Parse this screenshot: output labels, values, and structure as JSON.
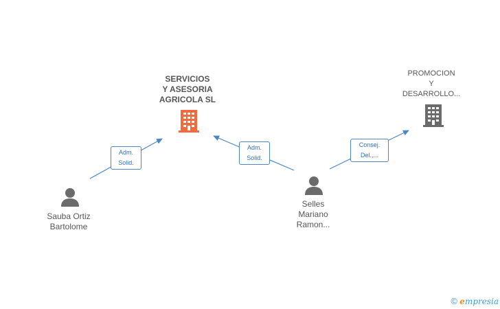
{
  "companies": [
    {
      "lines": [
        "SERVICIOS",
        "Y ASESORIA",
        "AGRICOLA SL"
      ],
      "icon": "building-icon",
      "color": "#f26a3d",
      "highlighted": true
    },
    {
      "lines": [
        "PROMOCION",
        "Y",
        "DESARROLLO..."
      ],
      "icon": "building-icon",
      "color": "#6b6b6b",
      "highlighted": false
    }
  ],
  "persons": [
    {
      "lines": [
        "Sauba Ortiz",
        "Bartolome"
      ],
      "icon": "person-icon",
      "color": "#6b6b6b"
    },
    {
      "lines": [
        "Selles",
        "Mariano",
        "Ramon..."
      ],
      "icon": "person-icon",
      "color": "#6b6b6b"
    }
  ],
  "edges": [
    {
      "from": "Sauba Ortiz Bartolome",
      "to": "SERVICIOS Y ASESORIA AGRICOLA SL",
      "label": [
        "Adm.",
        "Solid."
      ]
    },
    {
      "from": "Selles Mariano Ramon...",
      "to": "SERVICIOS Y ASESORIA AGRICOLA SL",
      "label": [
        "Adm.",
        "Solid."
      ]
    },
    {
      "from": "Selles Mariano Ramon...",
      "to": "PROMOCION Y DESARROLLO...",
      "label": [
        "Consej.",
        "Del.,..."
      ]
    }
  ],
  "watermark": {
    "copyright": "©",
    "brand_first": "e",
    "brand_rest": "mpresia"
  },
  "colors": {
    "edge": "#4a86c8",
    "edge_label_text": "#2f6fb5",
    "highlight": "#f26a3d",
    "neutral": "#6b6b6b"
  }
}
